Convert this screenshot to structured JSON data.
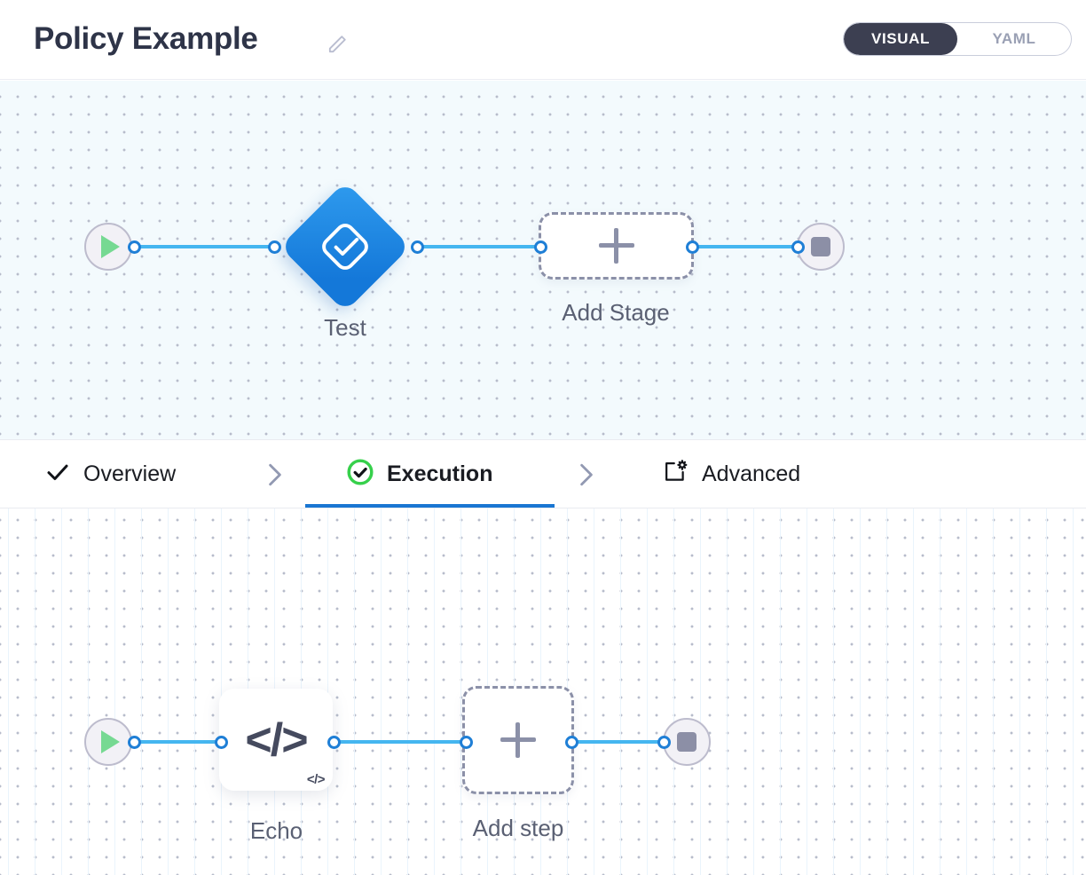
{
  "header": {
    "title": "Policy Example",
    "edit_icon": "pencil-icon",
    "mode_toggle": {
      "active": "VISUAL",
      "options": [
        "VISUAL",
        "YAML"
      ]
    }
  },
  "stage_canvas": {
    "start_node": {
      "icon": "play-icon",
      "label": ""
    },
    "stage_node": {
      "label": "Test",
      "icon": "check-diamond-icon",
      "color": "#1478d9"
    },
    "add_stage": {
      "label": "Add Stage",
      "icon": "plus-icon"
    },
    "end_node": {
      "icon": "stop-icon"
    }
  },
  "tabs": [
    {
      "label": "Overview",
      "icon": "check-icon",
      "active": false
    },
    {
      "label": "Execution",
      "icon": "check-circle-icon",
      "active": true
    },
    {
      "label": "Advanced",
      "icon": "settings-box-icon",
      "active": false
    }
  ],
  "tab_separator_icon": "chevron-right-icon",
  "step_canvas": {
    "start_node": {
      "icon": "play-icon"
    },
    "step_node": {
      "label": "Echo",
      "icon": "code-icon",
      "badge": "</>"
    },
    "add_step": {
      "label": "Add step",
      "icon": "plus-icon"
    },
    "end_node": {
      "icon": "stop-icon"
    }
  },
  "colors": {
    "accent_blue": "#1976d2",
    "wire_blue": "#45b6f0",
    "stage_blue": "#1478d9",
    "success_green": "#36d04b",
    "play_green": "#76d992",
    "muted": "#8b90a8",
    "title": "#2e3448"
  }
}
